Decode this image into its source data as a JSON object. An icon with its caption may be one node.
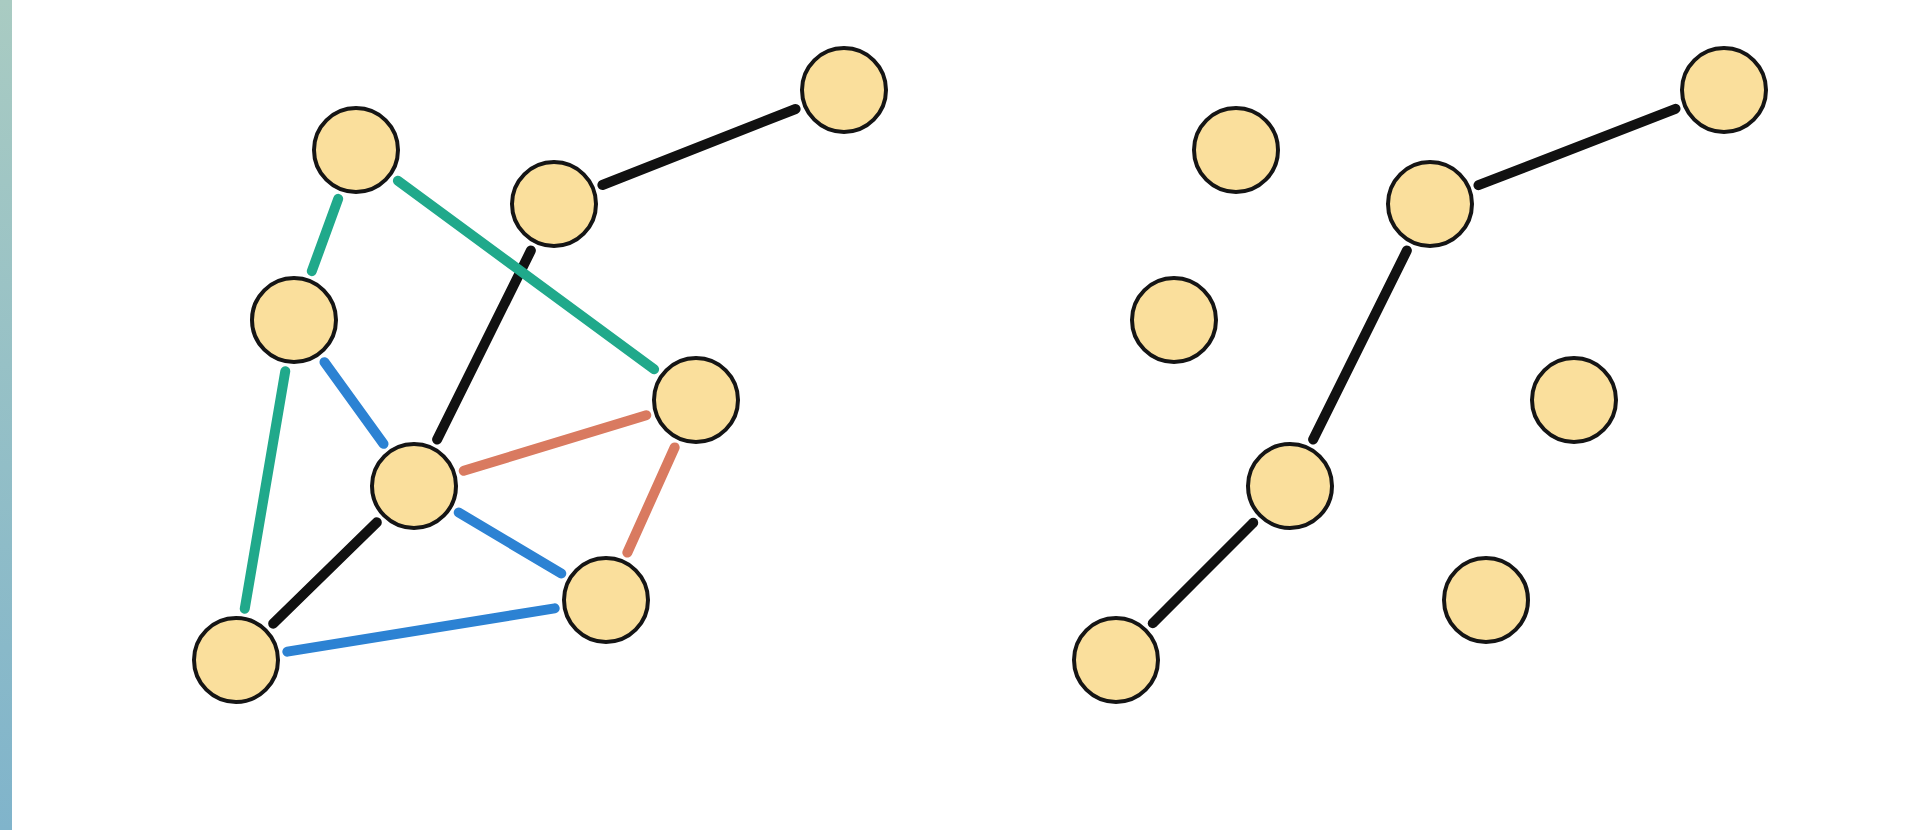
{
  "diagram": {
    "nodes": [
      {
        "text": [],
        "shape": "circle"
      },
      {
        "text": [],
        "shape": "circle"
      },
      {
        "text": [],
        "shape": "circle"
      },
      {
        "text": [],
        "shape": "circle"
      },
      {
        "text": [],
        "shape": "circle"
      },
      {
        "text": [],
        "shape": "circle"
      },
      {
        "text": [],
        "shape": "circle"
      },
      {
        "text": [],
        "shape": "circle"
      },
      {
        "text": [],
        "shape": "circle"
      },
      {
        "text": [],
        "shape": "circle"
      },
      {
        "text": [],
        "shape": "circle"
      },
      {
        "text": [],
        "shape": "circle"
      },
      {
        "text": [],
        "shape": "circle"
      },
      {
        "text": [],
        "shape": "circle"
      },
      {
        "text": [],
        "shape": "circle"
      },
      {
        "text": [],
        "shape": "circle"
      }
    ],
    "edges": [
      {
        "from": 2,
        "to": 0,
        "arrow": "none"
      },
      {
        "from": 2,
        "to": 5,
        "arrow": "none"
      },
      {
        "from": 5,
        "to": 7,
        "arrow": "none"
      },
      {
        "from": 1,
        "to": 3,
        "arrow": "none",
        "color": "#20a98b"
      },
      {
        "from": 1,
        "to": 4,
        "arrow": "none",
        "color": "#20a98b"
      },
      {
        "from": 3,
        "to": 7,
        "arrow": "none",
        "color": "#20a98b"
      },
      {
        "from": 3,
        "to": 5,
        "arrow": "none",
        "color": "#2c82d3"
      },
      {
        "from": 5,
        "to": 6,
        "arrow": "none",
        "color": "#2c82d3"
      },
      {
        "from": 7,
        "to": 6,
        "arrow": "none",
        "color": "#2c82d3"
      },
      {
        "from": 5,
        "to": 4,
        "arrow": "none",
        "color": "#d97a60"
      },
      {
        "from": 4,
        "to": 6,
        "arrow": "none",
        "color": "#d97a60"
      },
      {
        "from": 10,
        "to": 8,
        "arrow": "none"
      },
      {
        "from": 10,
        "to": 13,
        "arrow": "none"
      },
      {
        "from": 13,
        "to": 15,
        "arrow": "none"
      }
    ]
  }
}
